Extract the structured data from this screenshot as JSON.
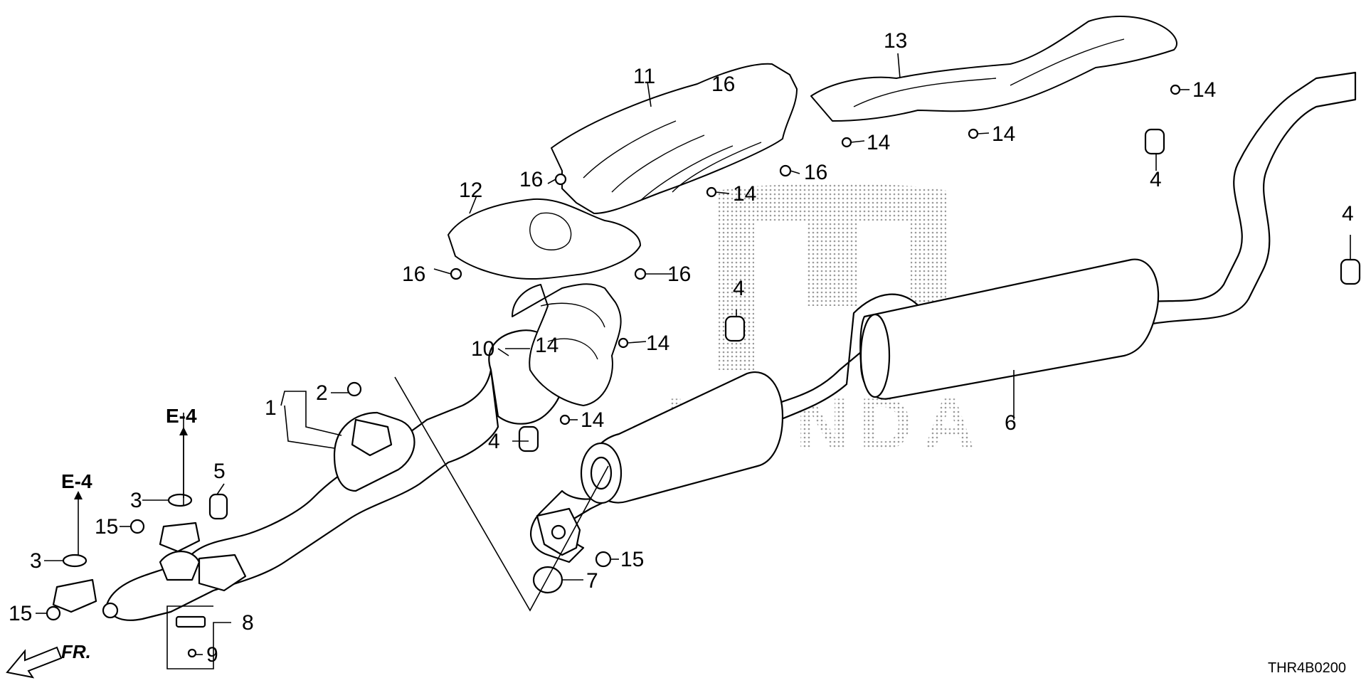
{
  "diagram": {
    "watermark_text": "HONDA",
    "section_refs": [
      "E-4",
      "E-4"
    ],
    "direction_label": "FR.",
    "drawing_code": "THR4B0200",
    "callouts": [
      "1",
      "2",
      "3",
      "3",
      "4",
      "4",
      "4",
      "4",
      "5",
      "6",
      "7",
      "8",
      "9",
      "10",
      "11",
      "12",
      "13",
      "14",
      "14",
      "14",
      "14",
      "14",
      "14",
      "14",
      "15",
      "15",
      "15",
      "16",
      "16",
      "16",
      "16",
      "16"
    ],
    "colors": {
      "line": "#000000",
      "background": "#ffffff",
      "watermark": "#bdbdbd"
    }
  }
}
